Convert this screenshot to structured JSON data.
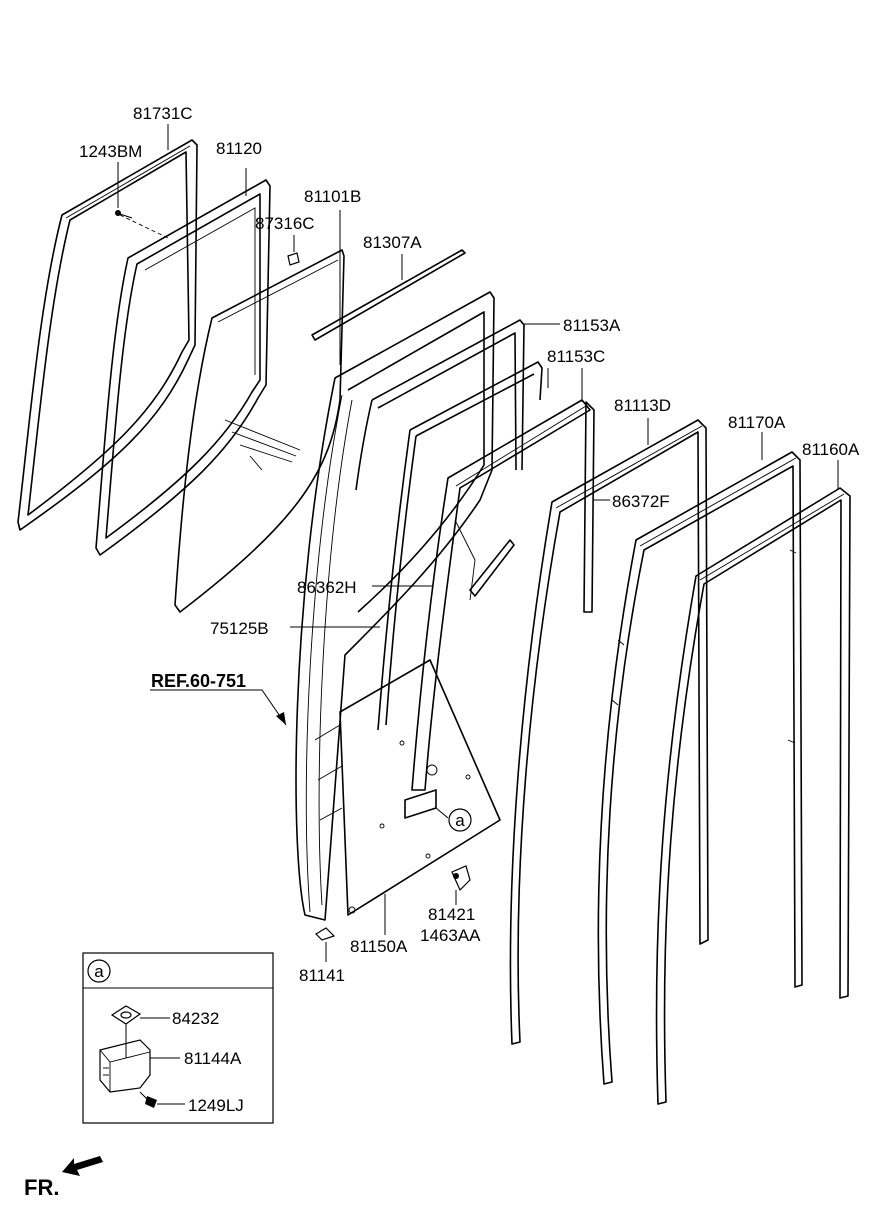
{
  "labels": {
    "p81731C": "81731C",
    "p1243BM": "1243BM",
    "p81120": "81120",
    "p81101B": "81101B",
    "p87316C": "87316C",
    "p81307A": "81307A",
    "p81153A": "81153A",
    "p81153C": "81153C",
    "p81113D": "81113D",
    "p81170A": "81170A",
    "p81160A": "81160A",
    "p86372F": "86372F",
    "p86362H": "86362H",
    "p75125B": "75125B",
    "ref": "REF.60-751",
    "p81421": "81421",
    "p1463AA": "1463AA",
    "p81150A": "81150A",
    "p81141": "81141",
    "p84232": "84232",
    "p81144A": "81144A",
    "p1249LJ": "1249LJ"
  },
  "callout": {
    "marker": "a"
  },
  "direction": {
    "label": "FR."
  }
}
